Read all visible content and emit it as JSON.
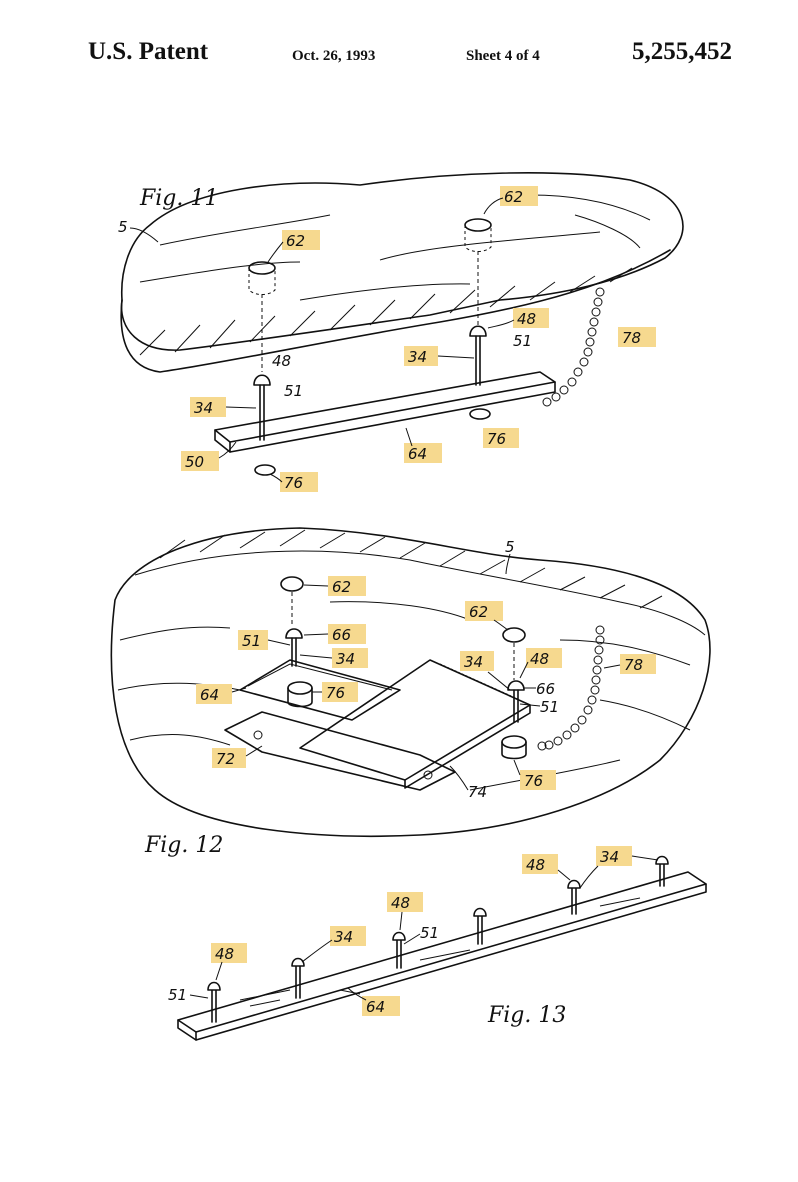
{
  "header": {
    "left": "U.S. Patent",
    "date": "Oct. 26, 1993",
    "sheet": "Sheet 4 of 4",
    "number": "5,255,452"
  },
  "figures": {
    "fig11": "Fig. 11",
    "fig12": "Fig. 12",
    "fig13": "Fig. 13"
  },
  "labels": {
    "r5": "5",
    "r34": "34",
    "r48": "48",
    "r50": "50",
    "r51": "51",
    "r62": "62",
    "r64": "64",
    "r66": "66",
    "r72": "72",
    "r74": "74",
    "r76": "76",
    "r78": "78"
  },
  "colors": {
    "highlight": "#f6d98f",
    "ink": "#111111"
  }
}
